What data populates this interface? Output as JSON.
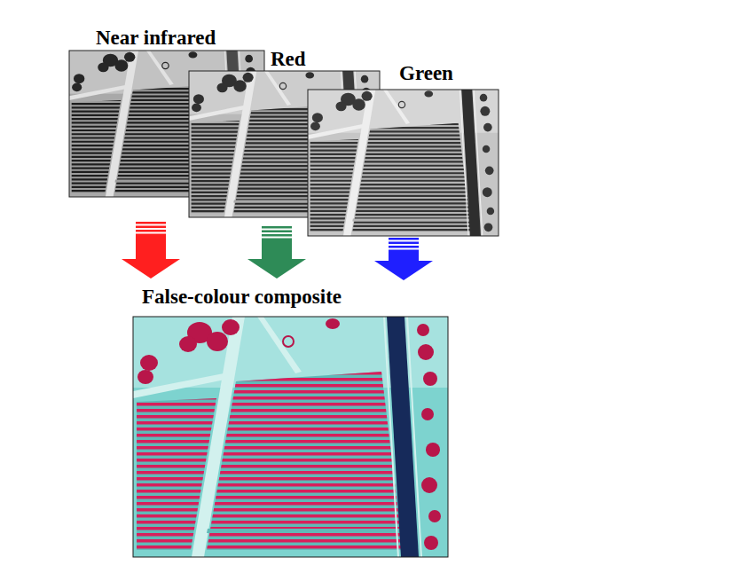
{
  "diagram": {
    "nodes": [
      {
        "text": [
          "Near infrared"
        ]
      },
      {
        "text": [
          "Red"
        ]
      },
      {
        "text": [
          "Green"
        ]
      },
      {
        "text": [
          "False-colour composite"
        ]
      }
    ],
    "edges": [
      {
        "from": 0,
        "to": 3,
        "arrow": "to"
      },
      {
        "from": 1,
        "to": 3,
        "arrow": "to"
      },
      {
        "from": 2,
        "to": 3,
        "arrow": "to"
      }
    ]
  }
}
